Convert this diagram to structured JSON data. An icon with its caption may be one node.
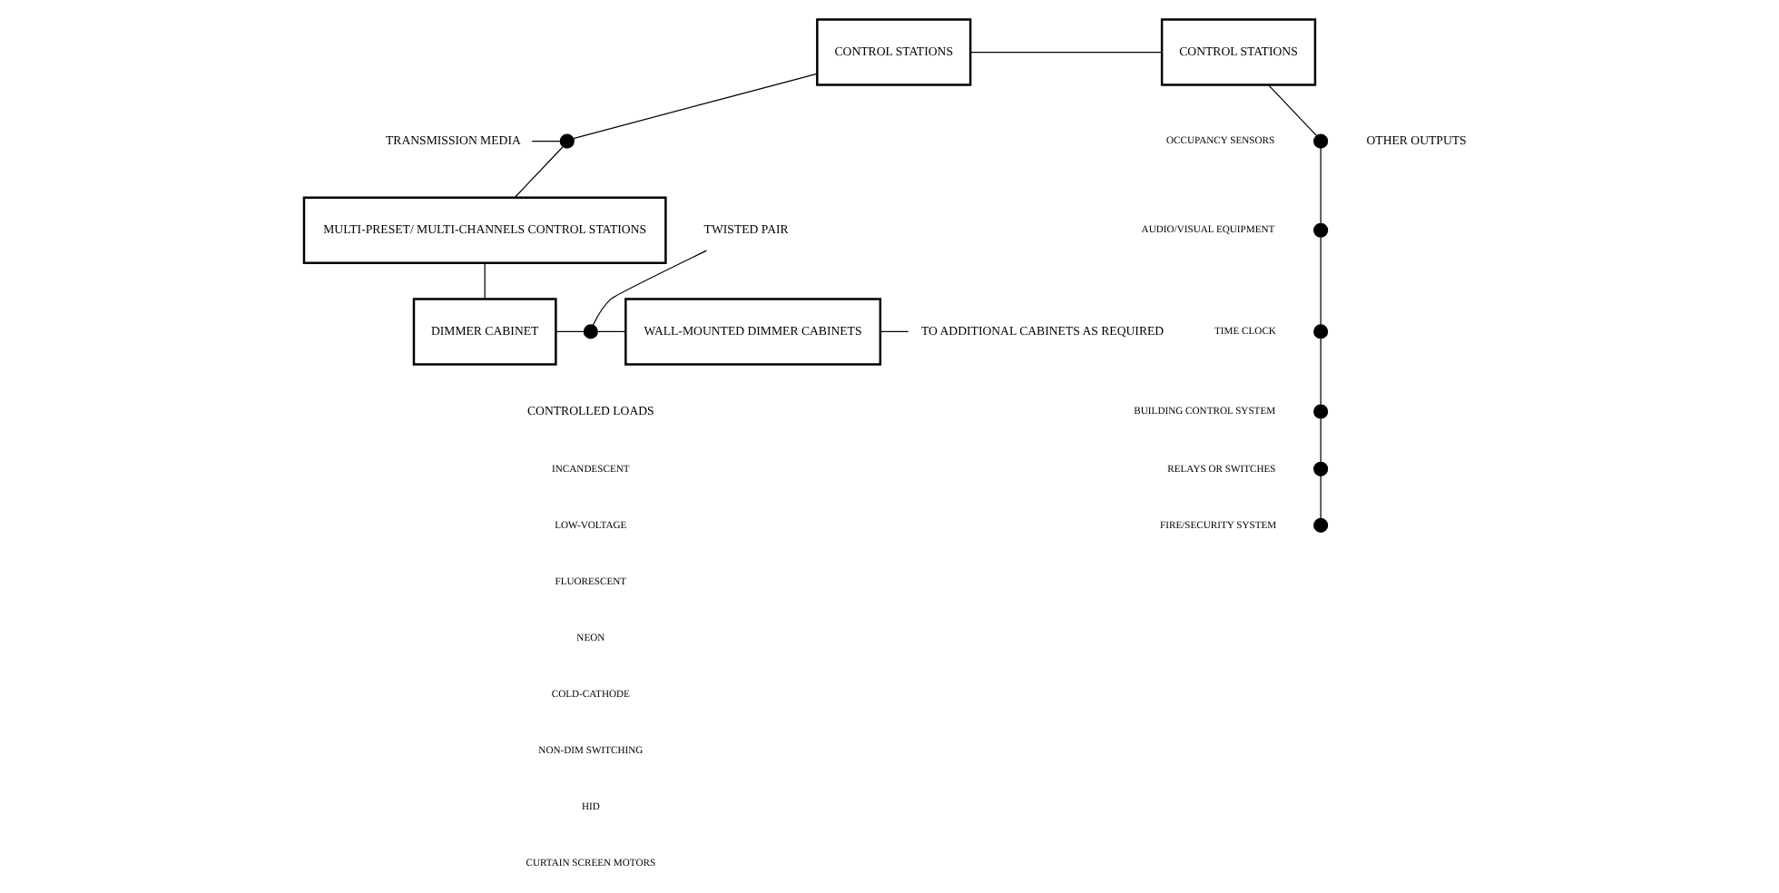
{
  "diagram": {
    "nodes": [
      {
        "text": [
          "CONTROL STATIONS"
        ]
      },
      {
        "text": [
          "CONTROL STATIONS"
        ]
      },
      {
        "text": [
          "MULTI-PRESET/ MULTI-CHANNELS CONTROL STATIONS"
        ]
      },
      {
        "text": [
          "DIMMER CABINET"
        ]
      },
      {
        "text": [
          "WALL-MOUNTED DIMMER CABINETS"
        ]
      },
      {
        "text": [
          "TO ADDITIONAL CABINETS AS REQUIRED"
        ]
      },
      {
        "text": [
          "TRANSMISSION MEDIA"
        ]
      },
      {
        "text": [],
        "shape": "circle"
      },
      {
        "text": [
          "TWISTED PAIR"
        ]
      },
      {
        "text": [],
        "shape": "circle"
      },
      {
        "text": [],
        "shape": "circle",
        "beside": [
          "OCCUPANCY SENSORS"
        ]
      },
      {
        "text": [],
        "shape": "circle",
        "beside": [
          "AUDIO/VISUAL EQUIPMENT"
        ]
      },
      {
        "text": [],
        "shape": "circle",
        "beside": [
          "TIME CLOCK"
        ]
      },
      {
        "text": [],
        "shape": "circle",
        "beside": [
          "BUILDING CONTROL SYSTEM"
        ]
      },
      {
        "text": [],
        "shape": "circle",
        "beside": [
          "RELAYS OR SWITCHES"
        ]
      },
      {
        "text": [],
        "shape": "circle",
        "beside": [
          "FIRE/SECURITY SYSTEM"
        ]
      }
    ],
    "edges": [
      {
        "from": 0,
        "to": 1,
        "arrow": "none"
      },
      {
        "from": 0,
        "to": 7,
        "arrow": "none"
      },
      {
        "from": 6,
        "to": 7,
        "arrow": "none"
      },
      {
        "from": 7,
        "to": 2,
        "arrow": "none"
      },
      {
        "from": 2,
        "to": 3,
        "arrow": "none"
      },
      {
        "from": 3,
        "to": 9,
        "arrow": "none"
      },
      {
        "from": 8,
        "to": 9,
        "arrow": "none"
      },
      {
        "from": 9,
        "to": 4,
        "arrow": "none"
      },
      {
        "from": 4,
        "to": 5,
        "arrow": "none"
      },
      {
        "from": 1,
        "to": 10,
        "arrow": "none"
      },
      {
        "from": 10,
        "to": 11,
        "arrow": "none"
      },
      {
        "from": 11,
        "to": 12,
        "arrow": "none"
      },
      {
        "from": 12,
        "to": 13,
        "arrow": "none"
      },
      {
        "from": 13,
        "to": 14,
        "arrow": "none"
      },
      {
        "from": 14,
        "to": 15,
        "arrow": "none"
      }
    ],
    "labels": [
      "OTHER OUTPUTS",
      "CONTROLLED LOADS",
      "INCANDESCENT",
      "LOW-VOLTAGE",
      "FLUORESCENT",
      "NEON",
      "COLD-CATHODE",
      "NON-DIM SWITCHING",
      "HID",
      "CURTAIN SCREEN MOTORS"
    ]
  }
}
